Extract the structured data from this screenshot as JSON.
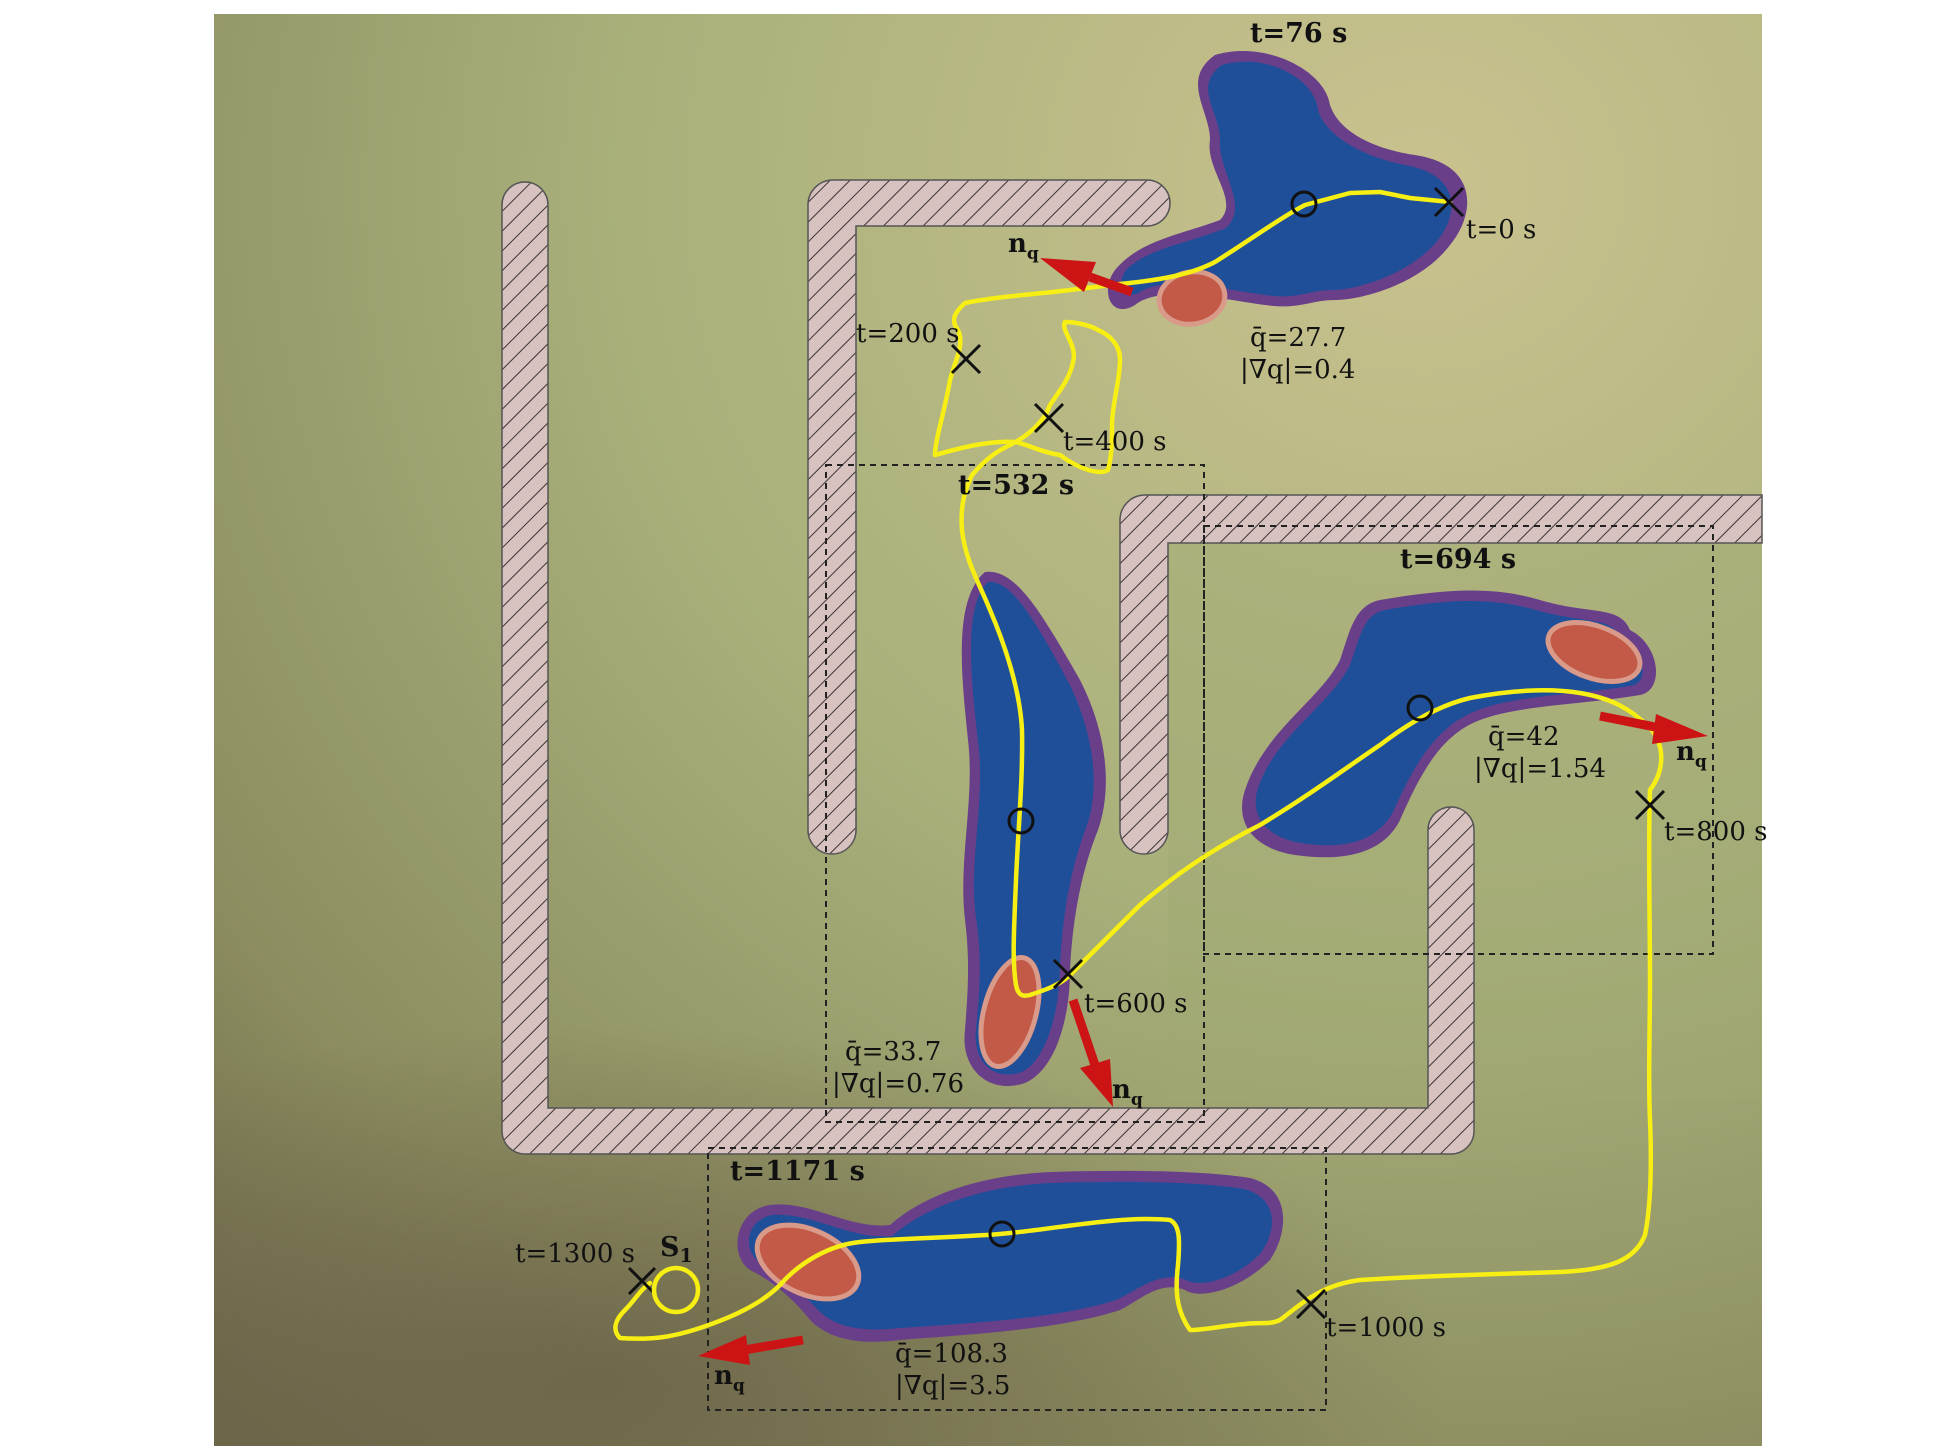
{
  "snapshots": [
    {
      "time": "t=76 s",
      "q": "q̄=27.7",
      "grad": "|∇q|=0.4",
      "nq": "n",
      "nq_sub": "q"
    },
    {
      "time": "t=532 s",
      "q": "q̄=33.7",
      "grad": "|∇q|=0.76",
      "nq": "n",
      "nq_sub": "q"
    },
    {
      "time": "t=694 s",
      "q": "q̄=42",
      "grad": "|∇q|=1.54",
      "nq": "n",
      "nq_sub": "q"
    },
    {
      "time": "t=1171 s",
      "q": "q̄=108.3",
      "grad": "|∇q|=3.5",
      "nq": "n",
      "nq_sub": "q"
    }
  ],
  "trajectory_markers": [
    "t=0 s",
    "t=200 s",
    "t=400 s",
    "t=600 s",
    "t=800 s",
    "t=1000 s",
    "t=1300 s"
  ],
  "source": {
    "label": "S",
    "subscript": "1"
  },
  "colors": {
    "trajectory": "#f7ef13",
    "gradient_arrow": "#cc1414",
    "swarm_body": "#1f4f98",
    "swarm_edge": "#6a3f8a",
    "hot_spot": "#c25a47",
    "wall_fill": "#d7c2c0",
    "background_light": "#c6c08a",
    "background_dark": "#7a7550"
  }
}
